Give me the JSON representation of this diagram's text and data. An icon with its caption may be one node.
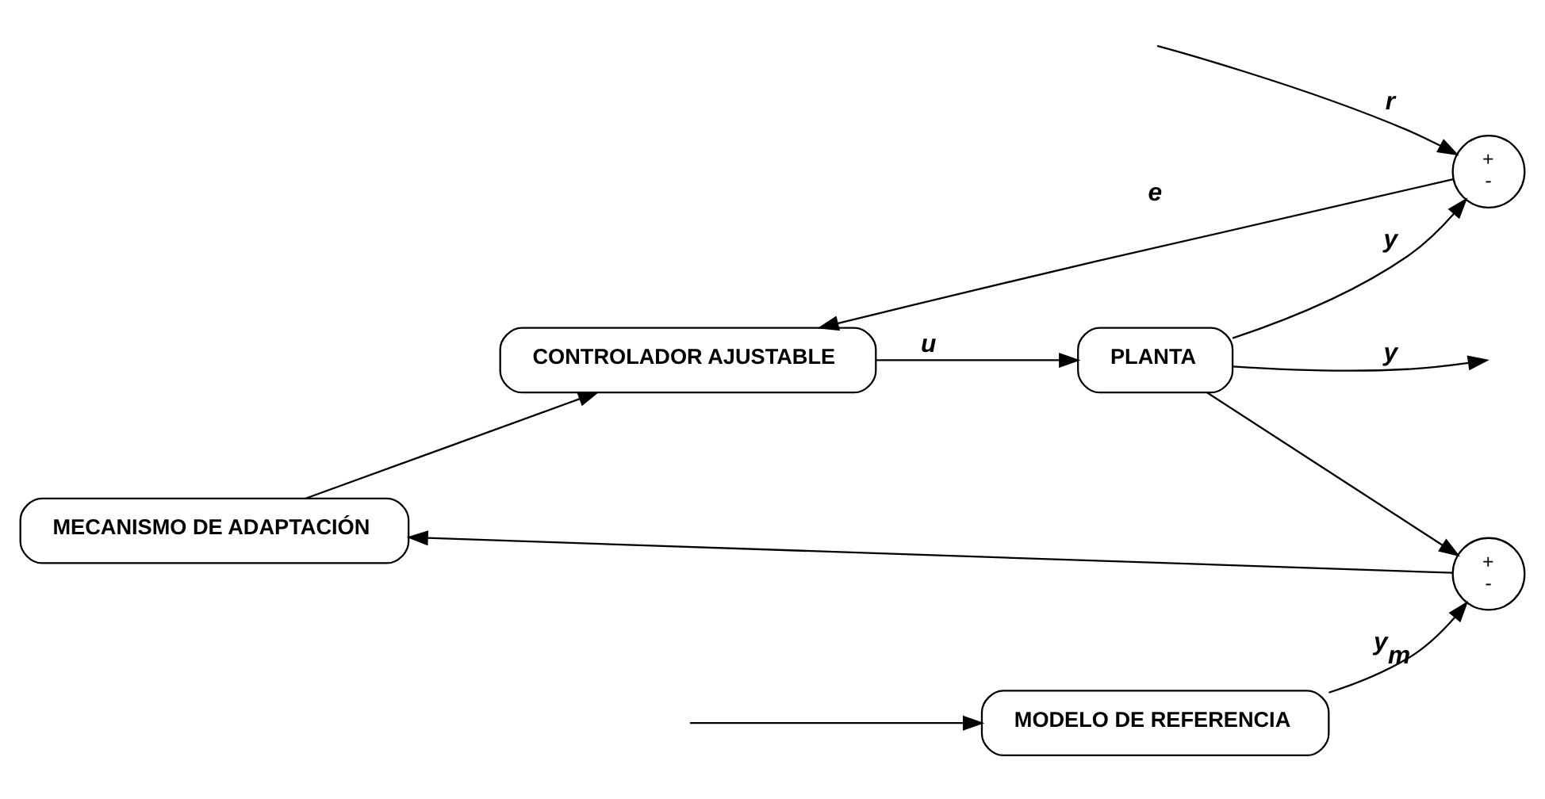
{
  "diagram": {
    "nodes": [
      {
        "text": [
          "MECANISMO DE ADAPTACIÓN"
        ]
      },
      {
        "text": [
          "+",
          "-"
        ]
      },
      {
        "text": [
          "CONTROLADOR AJUSTABLE"
        ]
      },
      {
        "text": [
          "PLANTA"
        ]
      },
      {
        "text": [
          "MODELO DE REFERENCIA"
        ]
      },
      {
        "text": [
          "+",
          "-"
        ]
      }
    ],
    "edges": [
      {
        "from": null,
        "to": 1,
        "arrow": "to",
        "label": "r"
      },
      {
        "from": null,
        "to": 4,
        "arrow": "to"
      },
      {
        "from": 1,
        "to": 2,
        "arrow": "to",
        "label": "e"
      },
      {
        "from": 2,
        "to": 3,
        "arrow": "to",
        "label": "u"
      },
      {
        "from": 3,
        "to": null,
        "arrow": "to",
        "label": "y"
      },
      {
        "from": 3,
        "to": 1,
        "arrow": "to",
        "label": "y"
      },
      {
        "from": 3,
        "to": 5,
        "arrow": "to"
      },
      {
        "from": 4,
        "to": 5,
        "arrow": "to",
        "label": "y$_{m}$"
      },
      {
        "from": 5,
        "to": 0,
        "arrow": "to"
      },
      {
        "from": 0,
        "to": 2,
        "arrow": "to"
      }
    ]
  }
}
